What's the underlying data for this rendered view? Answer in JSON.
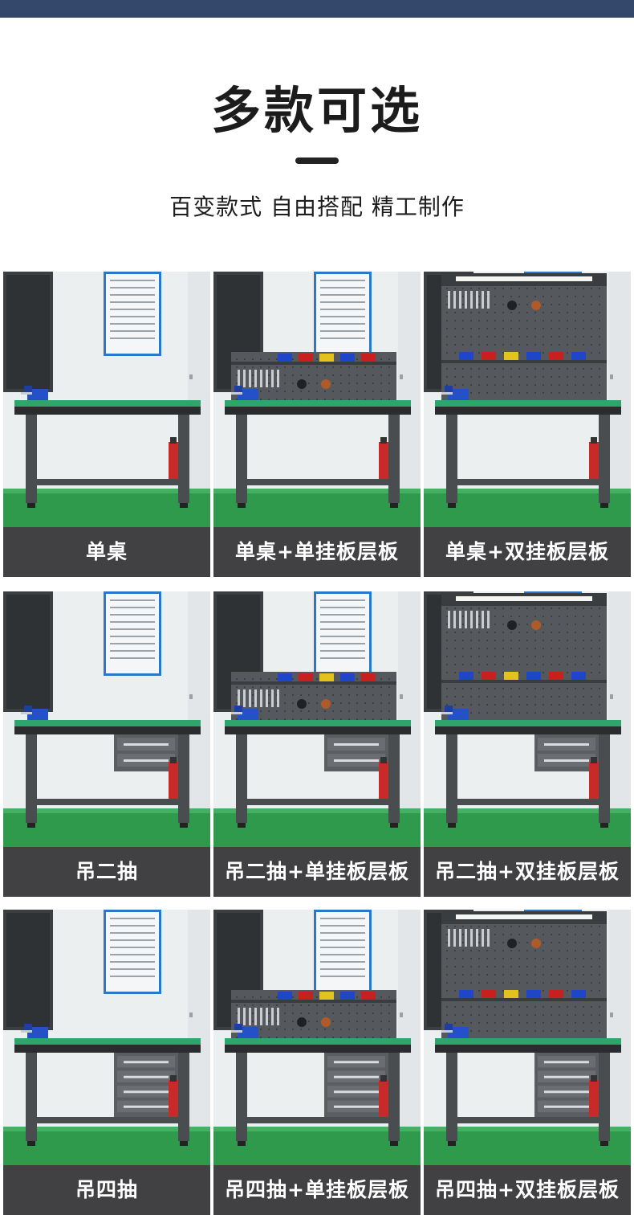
{
  "header": {
    "title": "多款可选",
    "subtitle": "百变款式 自由搭配 精工制作"
  },
  "products": [
    {
      "label": "单桌",
      "drawers": 0,
      "boards": 0
    },
    {
      "label": "单桌+单挂板层板",
      "drawers": 0,
      "boards": 1
    },
    {
      "label": "单桌+双挂板层板",
      "drawers": 0,
      "boards": 2
    },
    {
      "label": "吊二抽",
      "drawers": 2,
      "boards": 0
    },
    {
      "label": "吊二抽+单挂板层板",
      "drawers": 2,
      "boards": 1
    },
    {
      "label": "吊二抽+双挂板层板",
      "drawers": 2,
      "boards": 2
    },
    {
      "label": "吊四抽",
      "drawers": 4,
      "boards": 0
    },
    {
      "label": "吊四抽+单挂板层板",
      "drawers": 4,
      "boards": 1
    },
    {
      "label": "吊四抽+双挂板层板",
      "drawers": 4,
      "boards": 2
    }
  ],
  "colors": {
    "topbar": "#34486b",
    "floor": "#2f9a4c",
    "tabletop": "#2fa56e",
    "frame": "#4a4d50",
    "label_bg": "#414143"
  }
}
